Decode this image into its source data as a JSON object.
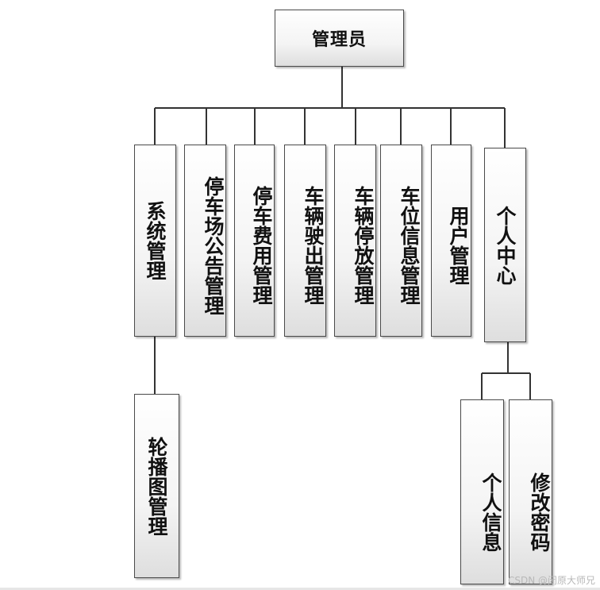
{
  "root": {
    "label": "管理员"
  },
  "modules": [
    {
      "label": "系统管理"
    },
    {
      "label": "停车场公告管理"
    },
    {
      "label": "停车费用管理"
    },
    {
      "label": "车辆驶出管理"
    },
    {
      "label": "车辆停放管理"
    },
    {
      "label": "车位信息管理"
    },
    {
      "label": "用户管理"
    },
    {
      "label": "个人中心"
    }
  ],
  "submodules": {
    "system": [
      {
        "label": "轮播图管理"
      }
    ],
    "personal_center": [
      {
        "label": "个人信息"
      },
      {
        "label": "修改密码"
      }
    ]
  },
  "watermark": "CSDN @闭原大师兄",
  "colors": {
    "line": "#333333",
    "border": "#4a4a4a",
    "box_bottom": "#dedede"
  }
}
